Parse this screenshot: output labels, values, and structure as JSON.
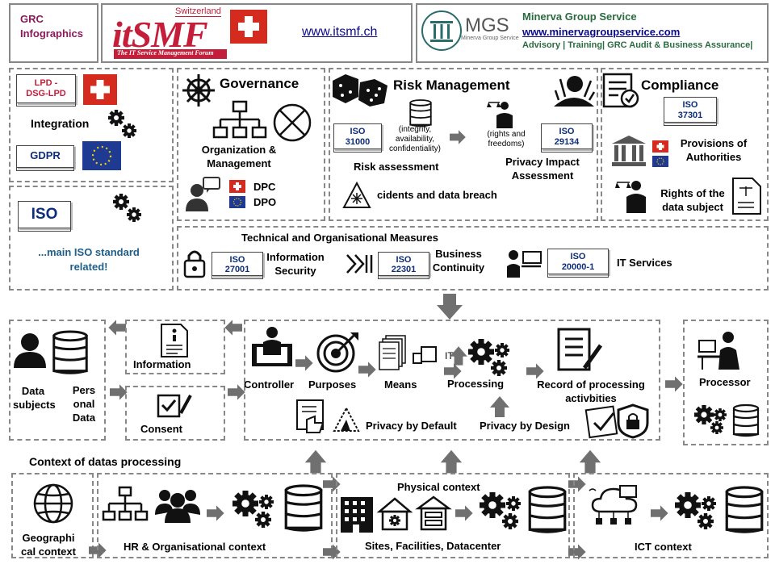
{
  "header": {
    "grc_title": "GRC\nInfographics",
    "itsmf_country": "Switzerland",
    "itsmf_logo": "itSMF",
    "itsmf_tagline": "The IT Service Management Forum",
    "itsmf_url": "www.itsmf.ch",
    "mgs_logo": "MGS",
    "mgs_subtitle": "Minerva Group Service",
    "mgs_name": "Minerva Group Service",
    "mgs_url": "www.minervagroupservice.com",
    "mgs_services": "Advisory | Training| GRC Audit & Business Assurance|"
  },
  "integration": {
    "lpd_label": "LPD -\nDSG-LPD",
    "title": "Integration",
    "gdpr_label": "GDPR"
  },
  "iso_box": {
    "label": "ISO",
    "caption": "...main ISO standard\nrelated!"
  },
  "governance": {
    "title": "Governance",
    "org_label": "Organization &\nManagement",
    "dpc": "DPC",
    "dpo": "DPO"
  },
  "risk": {
    "title": "Risk Management",
    "iso_31000": "ISO\n31000",
    "cia_note": "(integrity,\navailability,\nconfidentiality)",
    "risk_assessment": "Risk assessment",
    "rights_note": "(rights and\nfreedoms)",
    "iso_29134": "ISO\n29134",
    "pia": "Privacy Impact\nAssessment",
    "incidents": "cidents and data breach"
  },
  "compliance": {
    "title": "Compliance",
    "iso_37301": "ISO\n37301",
    "provisions": "Provisions of\nAuthorities",
    "rights_subject": "Rights of the\ndata subject"
  },
  "toms": {
    "title": "Technical and Organisational Measures",
    "iso_27001": "ISO\n27001",
    "infosec": "Information\nSecurity",
    "iso_22301": "ISO\n22301",
    "bc": "Business\nContinuity",
    "iso_20000": "ISO\n20000-1",
    "it_services": "IT Services"
  },
  "flow": {
    "data_subjects": "Data\nsubjects",
    "personal_data": "Pers\nonal\nData",
    "information": "Information",
    "consent": "Consent",
    "controller": "Controller",
    "purposes": "Purposes",
    "means": "Means",
    "it": "IT",
    "processing": "Processing",
    "record": "Record of processing\nactivbities",
    "privacy_default": "Privacy by Default",
    "privacy_design": "Privacy by Design",
    "processor": "Processor"
  },
  "context": {
    "title": "Context of datas processing",
    "geo": "Geographi\ncal context",
    "hr": "HR & Organisational context",
    "physical_title": "Physical context",
    "sites": "Sites, Facilities, Datacenter",
    "ict": "ICT context"
  },
  "colors": {
    "iso_text": "#0d2d7a",
    "grc_title": "#8b1a5a",
    "itsmf_red": "#c41e3a",
    "mgs_green": "#2a6b3f",
    "mgs_url": "#0a0a8a",
    "iso_caption": "#1f5f8b",
    "arrow_gray": "#707070"
  },
  "icons": [
    "helm-icon",
    "org-chart-icon",
    "cross-circle-icon",
    "dice-icon",
    "database-icon",
    "justice-icon",
    "explosion-icon",
    "checklist-icon",
    "courthouse-icon",
    "gears-icon",
    "swiss-flag-icon",
    "eu-flag-icon",
    "padlock-icon",
    "person-icon",
    "globe-icon",
    "team-icon",
    "building-icon",
    "cloud-icon"
  ]
}
